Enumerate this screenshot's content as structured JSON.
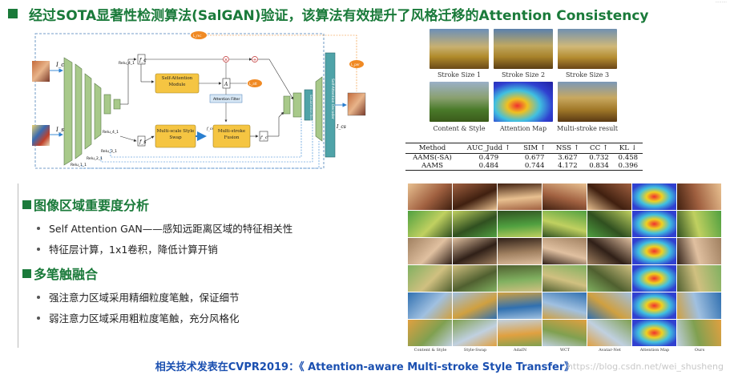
{
  "title": "经过SOTA显著性检测算法(SalGAN)验证，该算法有效提升了风格迁移的Attention Consistency",
  "corner_text": "·········",
  "diagram": {
    "labels": {
      "ic": "I_c",
      "is": "I_s",
      "relu41a": "Relu_4_1",
      "relu41b": "Relu_4_1",
      "relu31": "Relu_3_1",
      "relu21": "Relu_2_1",
      "relu11": "Relu_1_1",
      "fc": "f_c",
      "fs": "f_s",
      "fcs": "f_cs",
      "fcr": "f'_c",
      "ai": "A",
      "self_attention": "Self-Attention Module",
      "attention_filter": "Attention Filter",
      "msss": "Multi-scale Style Swap",
      "msf": "Multi-stroke Fusion",
      "decoder": "Self-Attention Decoder",
      "encoder": "Self-Attention Encoder",
      "ics": "I_cs",
      "loss1": "L_rec",
      "loss2": "L_att",
      "loss3": "L_per"
    }
  },
  "top_right": {
    "captions_row1": [
      "Stroke Size 1",
      "Stroke Size 2",
      "Stroke Size 3"
    ],
    "captions_row2": [
      "Content & Style",
      "Attention Map",
      "Multi-stroke result"
    ]
  },
  "metrics": {
    "headers": [
      "Method",
      "AUC_Judd ↑",
      "SIM ↑",
      "NSS ↑",
      "CC ↑",
      "KL ↓"
    ],
    "rows": [
      [
        "AAMS(-SA)",
        "0.479",
        "0.677",
        "3.627",
        "0.732",
        "0.458"
      ],
      [
        "AAMS",
        "0.484",
        "0.744",
        "4.172",
        "0.834",
        "0.396"
      ]
    ]
  },
  "sections": [
    {
      "heading": "图像区域重要度分析",
      "items": [
        "Self Attention GAN——感知远距离区域的特征相关性",
        "特征层计算，1x1卷积，降低计算开销"
      ]
    },
    {
      "heading": "多笔触融合",
      "items": [
        "强注意力区域采用精细粒度笔触，保证细节",
        "弱注意力区域采用粗粒度笔触，充分风格化"
      ]
    }
  ],
  "grid_captions": [
    "Content & Style",
    "Style-Swap",
    "AdaIN",
    "WCT",
    "Avatar-Net",
    "Attention Map",
    "Ours"
  ],
  "footer": "相关技术发表在CVPR2019：《 Attention-aware Multi-stroke Style Transfer》",
  "watermark": "https://blog.csdn.net/wei_shusheng",
  "colors": {
    "title_green": "#1a7a3a",
    "footer_blue": "#1a4fb0",
    "encoder_green": "#a8c98a",
    "module_yellow": "#f5c542",
    "decoder_teal": "#4fa3a8",
    "loss_orange": "#f08a24",
    "arrow_blue": "#2a7fd0"
  }
}
